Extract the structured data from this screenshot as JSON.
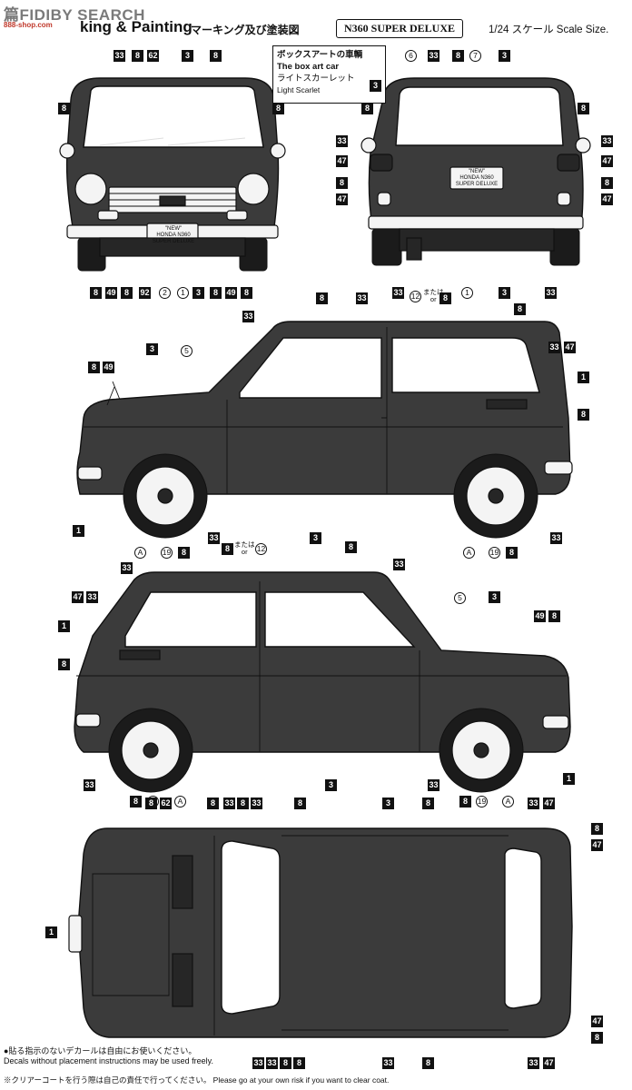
{
  "header": {
    "watermark": "篇FIDIBY SEARCH",
    "watermark_sub": "888-shop.com",
    "title_en": "king & Painting",
    "title_jp": "マーキング及び塗装図",
    "model": "N360 SUPER DELUXE",
    "scale": "1/24 スケール Scale Size."
  },
  "box_art": {
    "jp": "ボックスアートの車輌",
    "en": "The box art car",
    "color_jp": "ライトスカーレット",
    "color_en": "Light Scarlet",
    "color_num": "3"
  },
  "plates": {
    "front": [
      "\"NEW\"",
      "HONDA N360",
      "SUPER DELUXE"
    ],
    "rear": [
      "\"NEW\"",
      "HONDA N360",
      "SUPER DELUXE"
    ]
  },
  "mata": {
    "jp": "または",
    "en": "or"
  },
  "callouts": {
    "front": {
      "top": [
        "33",
        "8",
        "62",
        "3",
        "8"
      ],
      "left": [
        "8"
      ],
      "right": [
        "8"
      ],
      "bottom": [
        "8",
        "49",
        "8",
        "92",
        "2",
        "1",
        "3",
        "8",
        "49",
        "8"
      ]
    },
    "rear": {
      "top": [
        "6",
        "33",
        "8",
        "7",
        "3"
      ],
      "left": [
        "8",
        "33",
        "47",
        "8",
        "47"
      ],
      "right": [
        "8",
        "33",
        "47",
        "8",
        "47"
      ],
      "bottom": [
        "33",
        "12",
        "8",
        "1",
        "3",
        "33"
      ]
    },
    "side1": {
      "labels": [
        "33",
        "8",
        "33",
        "5",
        "3",
        "8",
        "49",
        "33",
        "47",
        "1",
        "8",
        "8",
        "1",
        "3",
        "A",
        "19",
        "8",
        "A",
        "19",
        "8",
        "33",
        "8",
        "33",
        "12"
      ]
    },
    "side2": {
      "labels": [
        "33",
        "8",
        "33",
        "47",
        "33",
        "1",
        "8",
        "5",
        "3",
        "49",
        "8",
        "3",
        "33",
        "8",
        "19",
        "A",
        "33",
        "8",
        "19",
        "A",
        "1"
      ]
    },
    "top_view": {
      "labels": [
        "8",
        "62",
        "8",
        "33",
        "8",
        "33",
        "8",
        "3",
        "8",
        "33",
        "47",
        "8",
        "47",
        "1",
        "47",
        "8",
        "33",
        "33",
        "8",
        "8",
        "33",
        "8",
        "33",
        "47"
      ]
    }
  },
  "footer": {
    "note1_jp": "●貼る指示のないデカールは自由にお使いください。",
    "note1_en": "Decals without placement instructions may be used freely.",
    "note2": "※クリアーコートを行う際は自己の責任で行ってください。 Please go at your own risk if you want to clear coat."
  }
}
